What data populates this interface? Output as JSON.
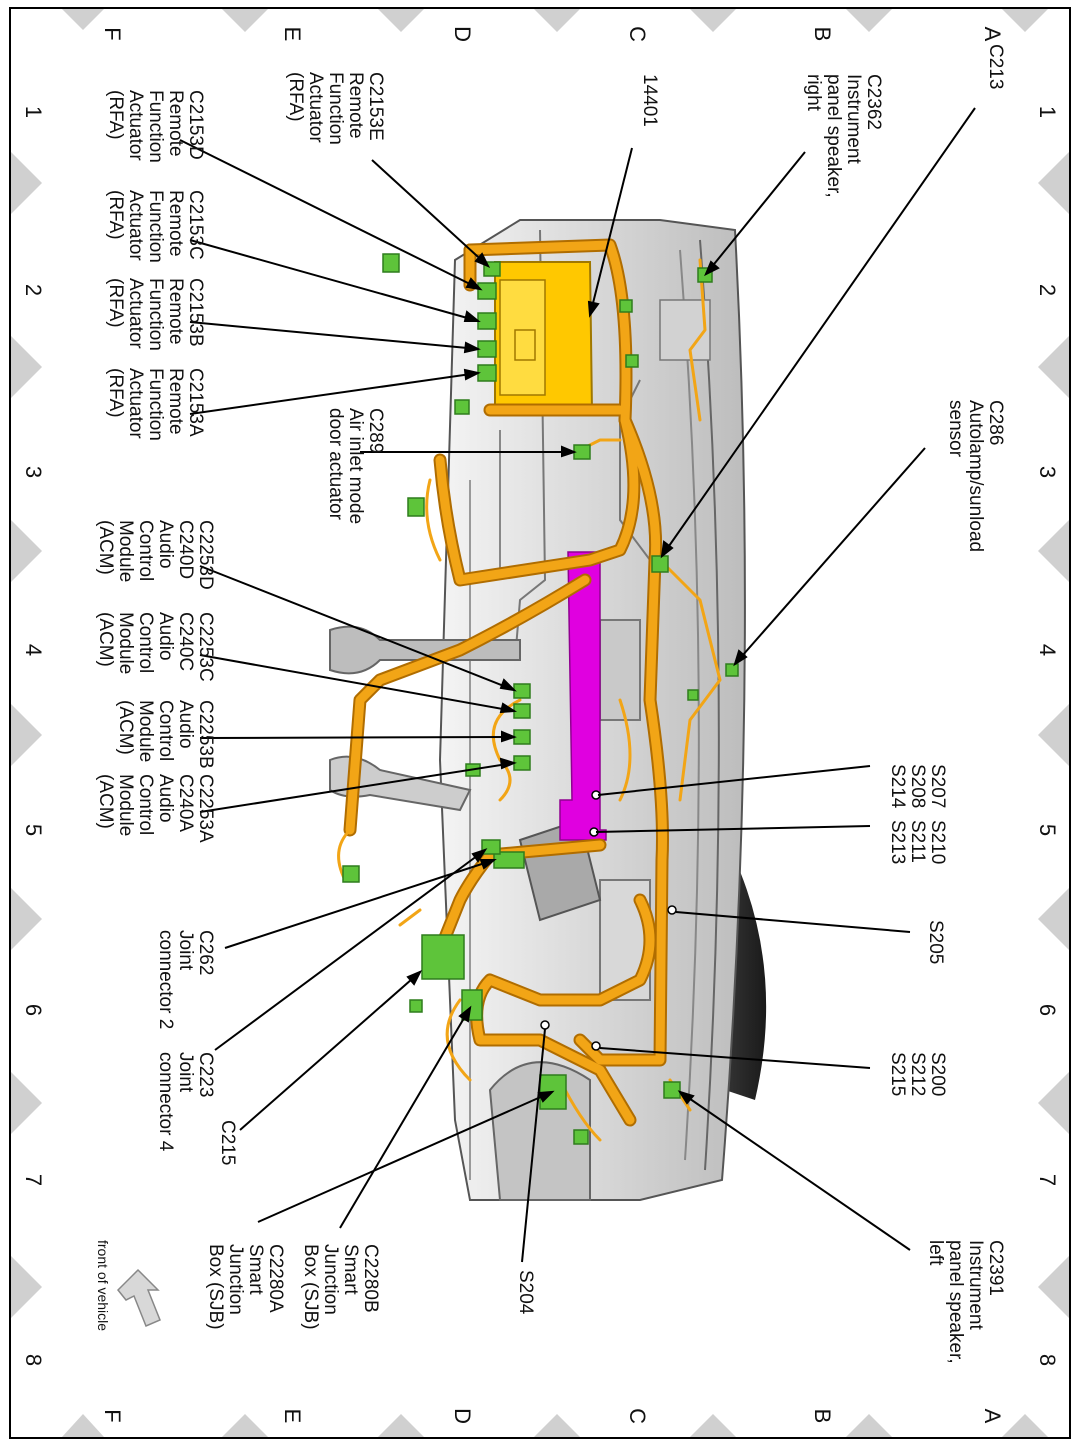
{
  "grid": {
    "rows_top": [
      "A",
      "B",
      "C",
      "D",
      "E",
      "F"
    ],
    "rows_bottom": [
      "A",
      "B",
      "C",
      "D",
      "E",
      "F"
    ],
    "cols_left": [
      "1",
      "2",
      "3",
      "4",
      "5",
      "6",
      "7",
      "8"
    ],
    "cols_right": [
      "1",
      "2",
      "3",
      "4",
      "5",
      "6",
      "7",
      "8"
    ]
  },
  "labels": {
    "c213": [
      "C213"
    ],
    "c2362": [
      "C2362",
      "Instrument",
      "panel speaker,",
      "right"
    ],
    "c286": [
      "C286",
      "Autolamp/sunload",
      "sensor"
    ],
    "s207": [
      "S207",
      "S208",
      "S214"
    ],
    "s210": [
      "S210",
      "S211",
      "S213"
    ],
    "s205": [
      "S205"
    ],
    "s200": [
      "S200",
      "S212",
      "S215"
    ],
    "c2391": [
      "C2391",
      "Instrument",
      "panel speaker,",
      "left"
    ],
    "s204": [
      "S204"
    ],
    "c2280b": [
      "C2280B",
      "Smart",
      "Junction",
      "Box (SJB)"
    ],
    "c2280a": [
      "C2280A",
      "Smart",
      "Junction",
      "Box (SJB)"
    ],
    "c215": [
      "C215"
    ],
    "c223": [
      "C223",
      "Joint",
      "connector 4"
    ],
    "c262": [
      "C262",
      "Joint",
      "connector 2"
    ],
    "c2253a": [
      "C2253A",
      "C240A",
      "Audio",
      "Control",
      "Module",
      "(ACM)"
    ],
    "c2253b": [
      "C2253B",
      "Audio",
      "Control",
      "Module",
      "(ACM)"
    ],
    "c2253c": [
      "C2253C",
      "C240C",
      "Audio",
      "Control",
      "Module",
      "(ACM)"
    ],
    "c2253d": [
      "C2253D",
      "C240D",
      "Audio",
      "Control",
      "Module",
      "(ACM)"
    ],
    "c289": [
      "C289",
      "Air inlet mode",
      "door actuator"
    ],
    "c2153a": [
      "C2153A",
      "Remote",
      "Function",
      "Actuator",
      "(RFA)"
    ],
    "c2153b": [
      "C2153B",
      "Remote",
      "Function",
      "Actuator",
      "(RFA)"
    ],
    "c2153c": [
      "C2153C",
      "Remote",
      "Function",
      "Actuator",
      "(RFA)"
    ],
    "c2153d": [
      "C2153D",
      "Remote",
      "Function",
      "Actuator",
      "(RFA)"
    ],
    "c2153e": [
      "C2153E",
      "Remote",
      "Function",
      "Actuator",
      "(RFA)"
    ],
    "n14401": [
      "14401"
    ]
  },
  "front_of_vehicle": "front of vehicle",
  "colors": {
    "harness": "#f2a516",
    "harness_dark": "#b06d00",
    "rfa_module": "#ffc800",
    "cross_beam": "#e000e0",
    "connector": "#5ec43a",
    "connector_dark": "#2f7d1d",
    "body_gray": "#cfcfcf"
  }
}
